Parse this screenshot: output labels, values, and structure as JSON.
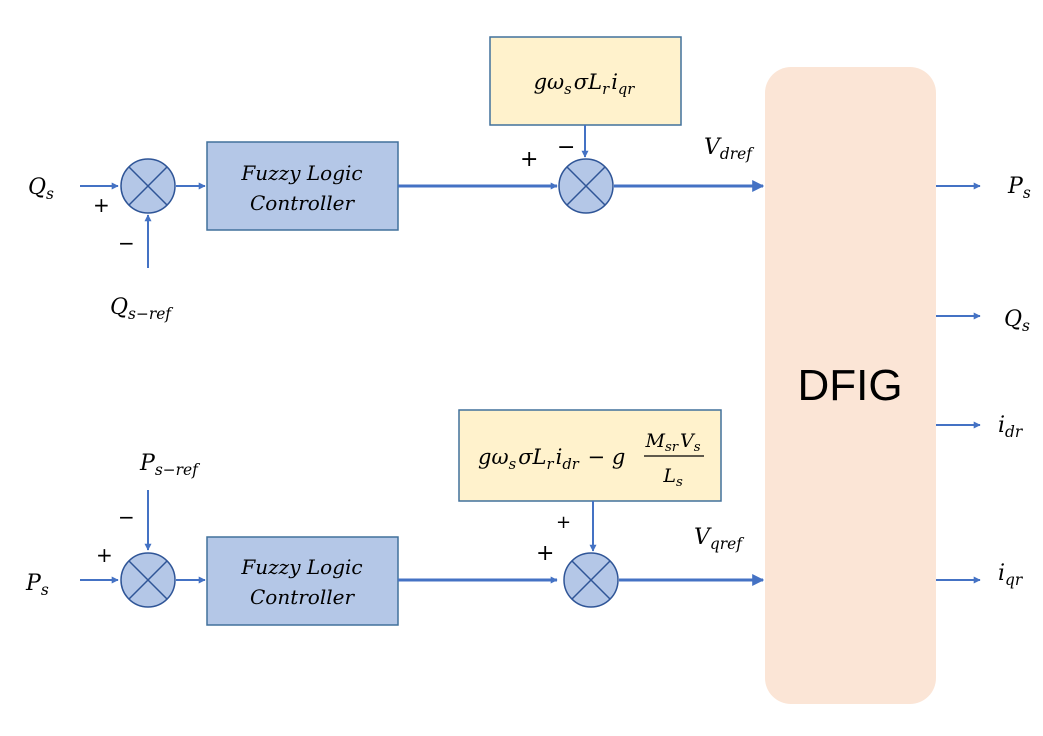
{
  "blocks": {
    "controller_top": {
      "line1": "Fuzzy Logic",
      "line2": "Controller"
    },
    "controller_bottom": {
      "line1": "Fuzzy Logic",
      "line2": "Controller"
    },
    "dfig": "DFIG"
  },
  "colors": {
    "controller_fill": "#b4c7e7",
    "controller_border": "#41719c",
    "compensation_fill": "#fff2cc",
    "compensation_border": "#41719c",
    "dfig_fill": "#fbe5d6",
    "summer_fill": "#b4c7e7",
    "arrow": "#4472c4"
  },
  "signals": {
    "qs_in": "Q_s",
    "qs_ref": "Q_{s−ref}",
    "ps_in": "P_s",
    "ps_ref": "P_{s−ref}",
    "vdref": "V_{dref}",
    "vqref": "V_{qref}"
  },
  "compensation_top": "gω_sσL_ri_{qr}",
  "compensation_bottom": {
    "lhs": "gω_sσL_ri_{dr} − g",
    "numerator": "M_{sr}V_s",
    "denominator": "L_s"
  },
  "outputs": [
    "P_s",
    "Q_s",
    "i_{dr}",
    "i_{qr}"
  ],
  "signs": {
    "top_sum1": {
      "in": "+",
      "ref": "−"
    },
    "top_sum2": {
      "in": "+",
      "comp": "−"
    },
    "bottom_sum1": {
      "in": "+",
      "ref": "−"
    },
    "bottom_sum2": {
      "in": "+",
      "comp": "+"
    }
  }
}
